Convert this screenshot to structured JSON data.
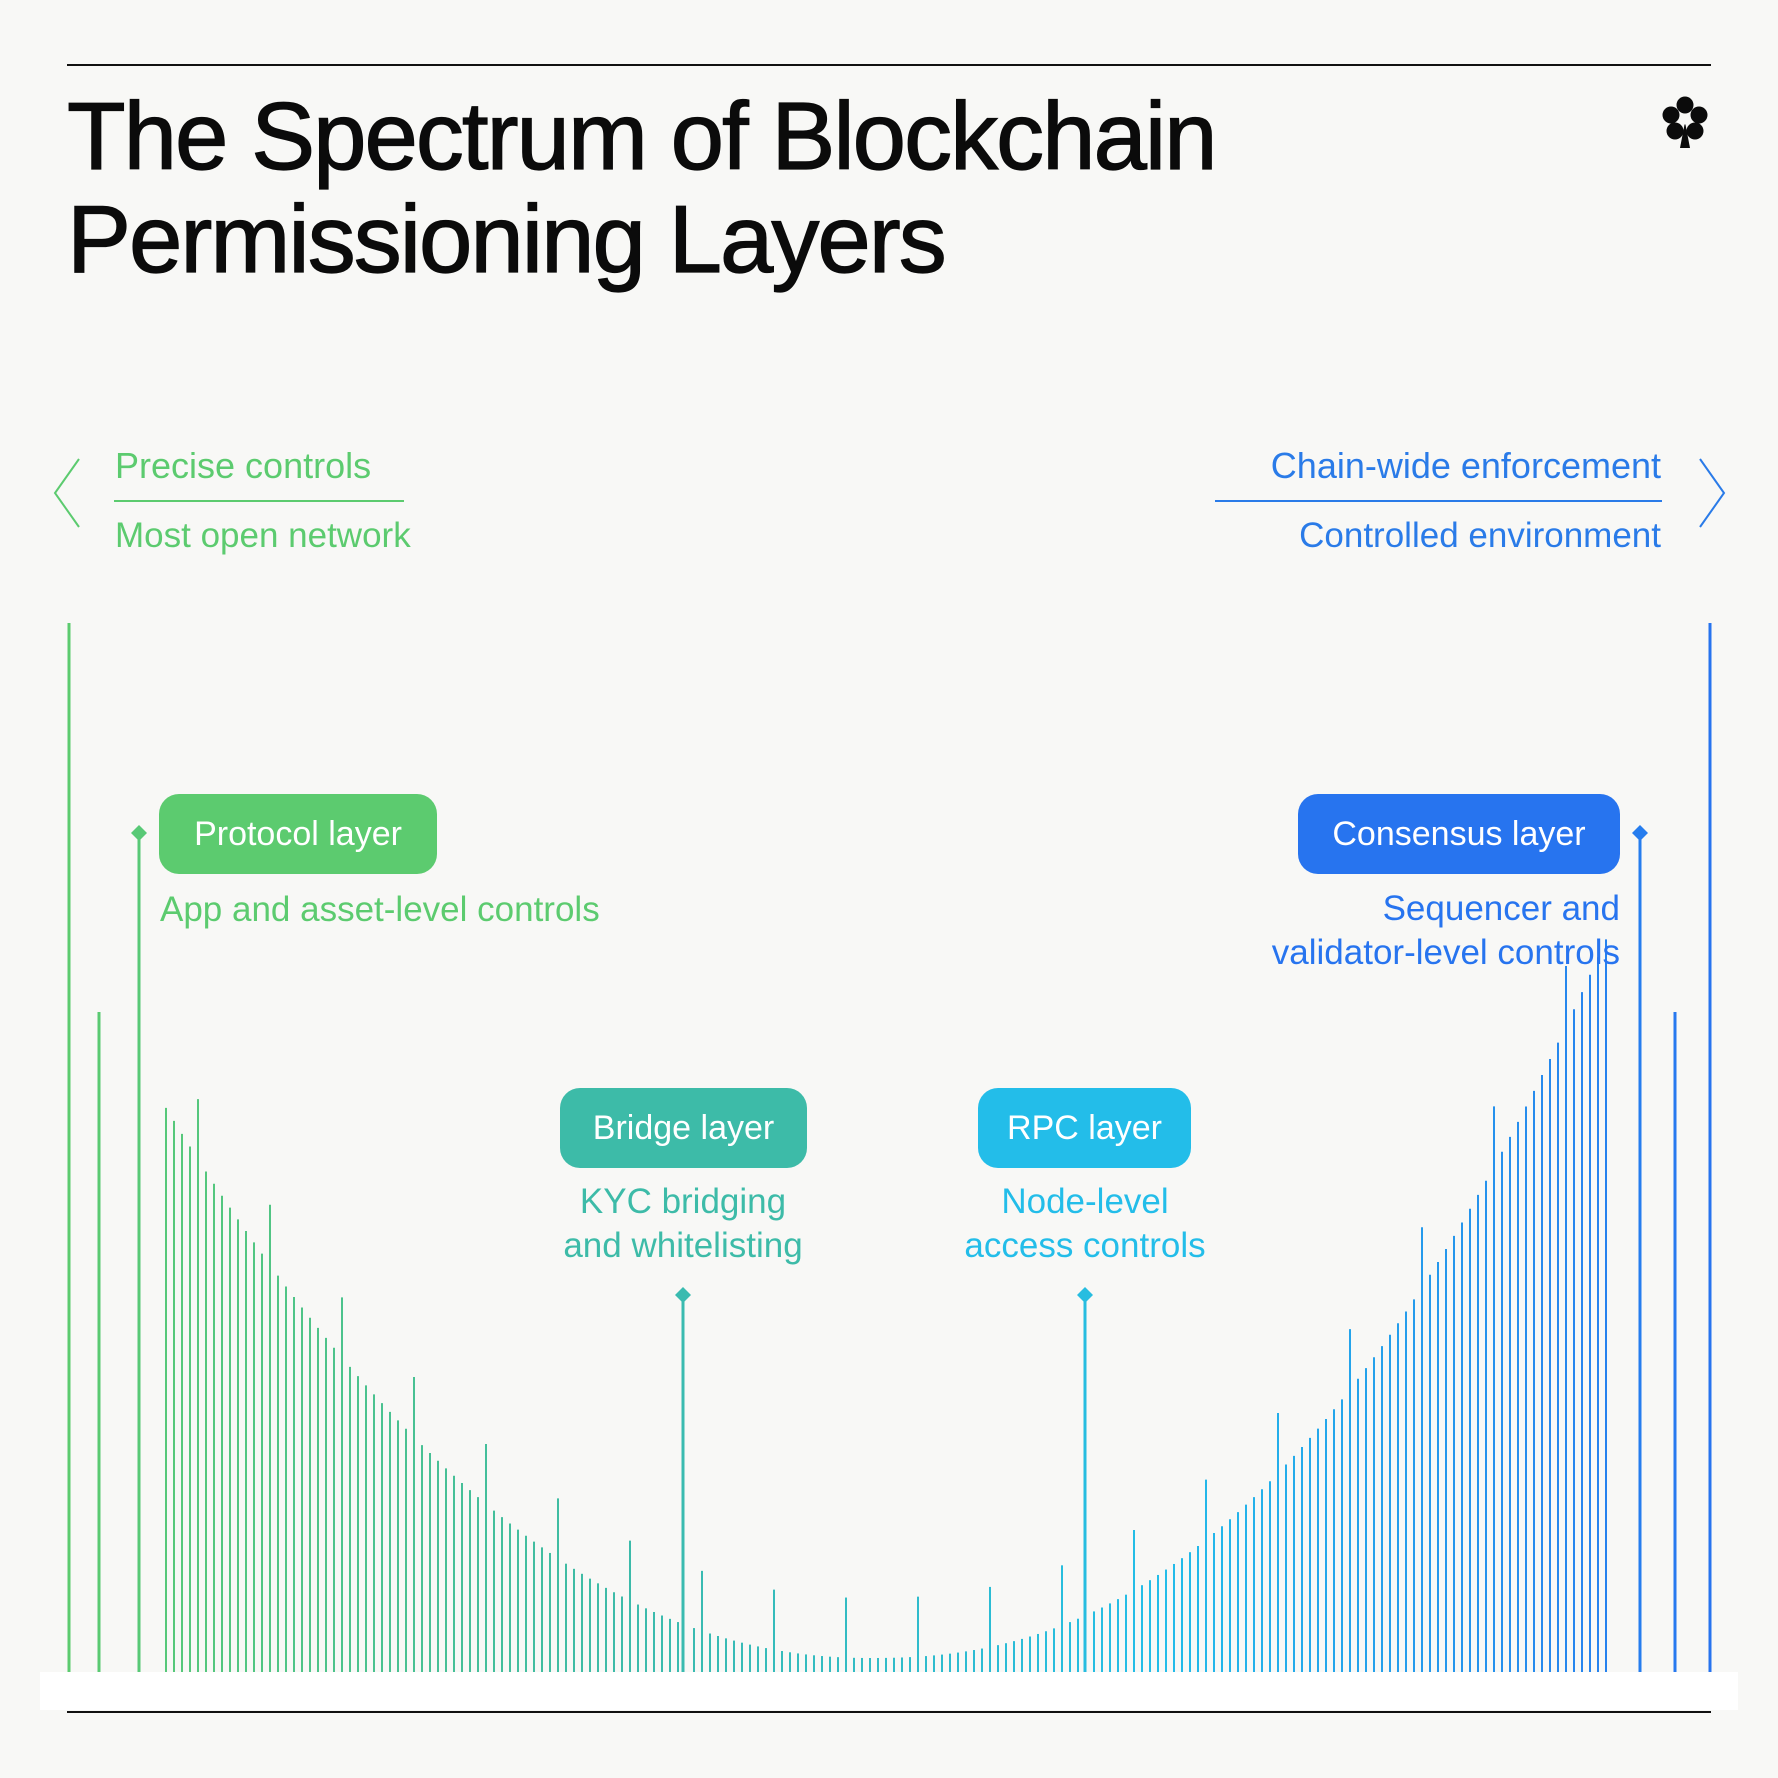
{
  "title": {
    "line1": "The Spectrum of Blockchain",
    "line2": "Permissioning Layers"
  },
  "logo_icon": "flower-logo-icon",
  "left_side": {
    "heading": "Precise controls",
    "subheading": "Most open network",
    "icon": "chevron-left-icon",
    "color": "#5ccb6f"
  },
  "right_side": {
    "heading": "Chain-wide enforcement",
    "subheading": "Controlled environment",
    "icon": "chevron-right-icon",
    "color": "#2a7be8"
  },
  "layers": [
    {
      "label": "Protocol layer",
      "description": [
        "App and asset-level controls"
      ],
      "color": "#5ccb6f"
    },
    {
      "label": "Bridge layer",
      "description": [
        "KYC bridging",
        "and whitelisting"
      ],
      "color": "#3dbba8"
    },
    {
      "label": "RPC layer",
      "description": [
        "Node-level",
        "access controls"
      ],
      "color": "#23bde9"
    },
    {
      "label": "Consensus layer",
      "description": [
        "Sequencer and",
        "validator-level controls"
      ],
      "color": "#2774ef"
    }
  ],
  "spectrum": {
    "gradient": [
      "#5ccb6f",
      "#3dbba8",
      "#23bde9",
      "#2774ef"
    ]
  }
}
